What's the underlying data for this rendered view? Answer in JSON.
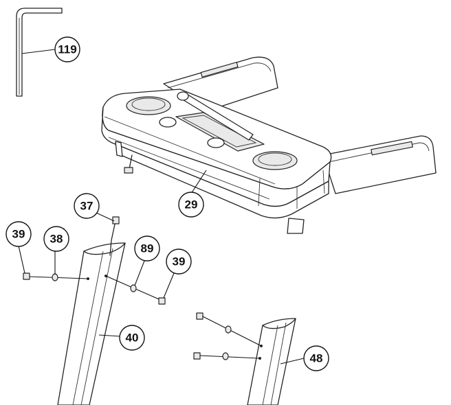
{
  "callouts": {
    "c119": "119",
    "c29": "29",
    "c37": "37",
    "c39a": "39",
    "c38": "38",
    "c89": "89",
    "c39b": "39",
    "c40": "40",
    "c48": "48"
  }
}
